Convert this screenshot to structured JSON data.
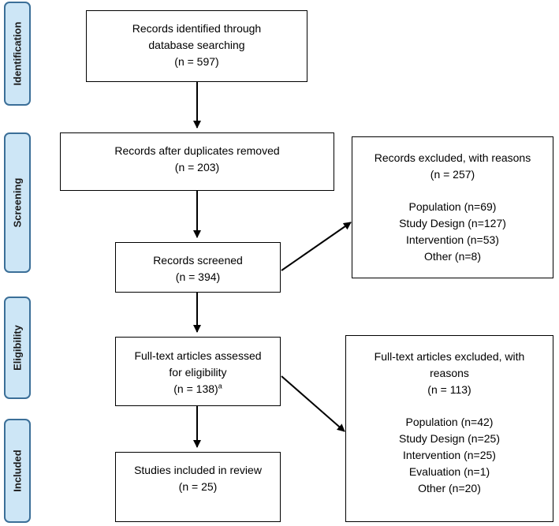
{
  "stages": {
    "identification": "Identification",
    "screening": "Screening",
    "eligibility": "Eligibility",
    "included": "Included"
  },
  "boxes": {
    "identified": {
      "line1": "Records identified through",
      "line2": "database searching",
      "count": "(n = 597)"
    },
    "duplicates_removed": {
      "line1": "Records after duplicates removed",
      "count": "(n = 203)"
    },
    "screened": {
      "line1": "Records screened",
      "count": "(n = 394)"
    },
    "excluded_screening": {
      "line1": "Records excluded, with reasons",
      "count": "(n = 257)",
      "reasons": [
        "Population (n=69)",
        "Study Design (n=127)",
        "Intervention (n=53)",
        "Other (n=8)"
      ]
    },
    "fulltext_assessed": {
      "line1": "Full-text articles assessed",
      "line2": "for eligibility",
      "count": "(n = 138)",
      "footnote": "a"
    },
    "fulltext_excluded": {
      "line1": "Full-text articles excluded, with",
      "line2": "reasons",
      "count": "(n = 113)",
      "reasons": [
        "Population (n=42)",
        "Study Design (n=25)",
        "Intervention (n=25)",
        "Evaluation (n=1)",
        "Other (n=20)"
      ]
    },
    "included": {
      "line1": "Studies included in review",
      "count": "(n = 25)"
    }
  },
  "colors": {
    "stage_fill": "#cde6f6",
    "stage_border": "#3b6f98",
    "box_border": "#000000",
    "arrow": "#000000"
  }
}
